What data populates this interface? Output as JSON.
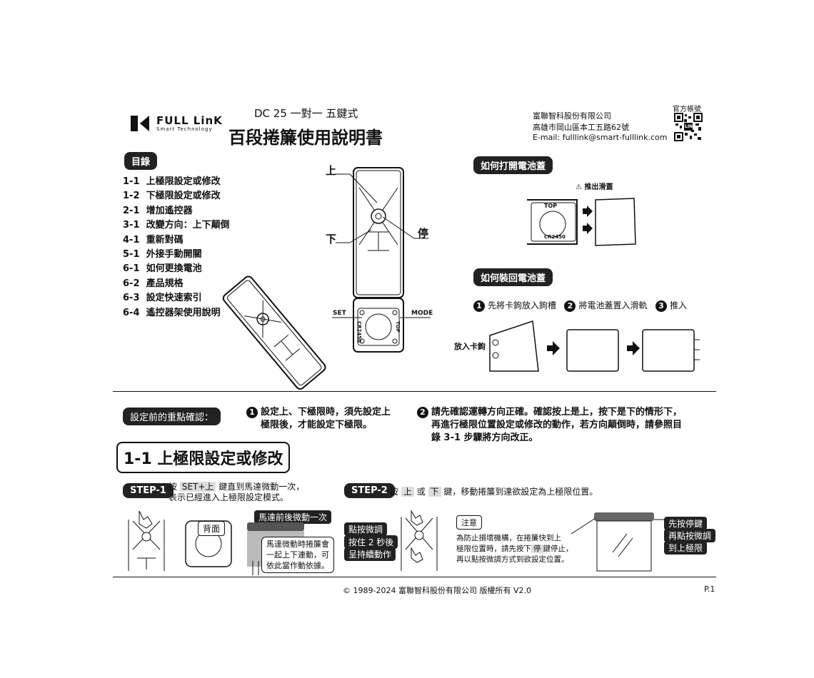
{
  "header": {
    "logo_text": "FULL LinK",
    "logo_sub": "Smart Technology",
    "model": "DC 25 一對一 五鍵式",
    "title": "百段捲簾使用說明書",
    "company": "富聯智科股份有限公司",
    "address": "高雄市岡山區本工五路62號",
    "email": "E-mail: fulllink@smart-fulllink.com",
    "official": "官方帳號",
    "line": "LINE"
  },
  "toc": {
    "title": "目錄",
    "items": [
      {
        "num": "1-1",
        "label": "上極限設定或修改"
      },
      {
        "num": "1-2",
        "label": "下極限設定或修改"
      },
      {
        "num": "2-1",
        "label": "增加遙控器"
      },
      {
        "num": "3-1",
        "label": "改變方向：上下顛倒"
      },
      {
        "num": "4-1",
        "label": "重新對碼"
      },
      {
        "num": "5-1",
        "label": "外接手動開關"
      },
      {
        "num": "6-1",
        "label": "如何更換電池"
      },
      {
        "num": "6-2",
        "label": "產品規格"
      },
      {
        "num": "6-3",
        "label": "設定快速索引"
      },
      {
        "num": "6-4",
        "label": "遙控器架使用說明"
      }
    ]
  },
  "remote": {
    "up": "上",
    "down": "下",
    "stop": "停",
    "set": "SET",
    "mode": "MODE",
    "battery": "CR2450",
    "top": "TOP"
  },
  "battery_open": {
    "title": "如何打開電池蓋",
    "warning": "推出滑蓋",
    "top_label": "TOP",
    "battery": "CR2450"
  },
  "battery_close": {
    "title": "如何裝回電池蓋",
    "step1": "先將卡鉤放入鉤槽",
    "step2": "將電池蓋置入滑軌",
    "step3": "推入",
    "hook_label": "放入卡鉤",
    "n1": "1",
    "n2": "2",
    "n3": "3"
  },
  "confirm": {
    "label": "設定前的重點確認：",
    "n1": "1",
    "point1_line1": "設定上、下極限時，須先設定上",
    "point1_line2": "極限後，才能設定下極限。",
    "n2": "2",
    "point2_line1": "請先確認運轉方向正確。確認按上是上，按下是下的情形下，",
    "point2_line2": "再進行極限位置設定或修改的動作，若方向顛倒時，請參照目",
    "point2_line3": "錄 3-1 步驟將方向改正。"
  },
  "section": {
    "title": "1-1  上極限設定或修改"
  },
  "step1": {
    "badge": "STEP-1",
    "pre": "按",
    "key": "SET+上",
    "post": "鍵直到馬達微動一次，",
    "line2": "表示已經進入上極限設定模式。",
    "back_label": "背面",
    "motion_label": "馬達前後微動一次",
    "note_line1": "馬達微動時捲簾會",
    "note_line2": "一起上下連動，可",
    "note_line3": "依此當作動依據。"
  },
  "step2": {
    "badge": "STEP-2",
    "pre": "按",
    "key_up": "上",
    "mid": "或",
    "key_down": "下",
    "post": "鍵，移動捲簾到達欲設定為上極限位置。",
    "tag1": "點按微調",
    "tag2": "按住 2 秒後",
    "tag3": "呈持續動作",
    "notice_title": "注意",
    "notice_line1": "為防止損壞機構，在捲簾快到上",
    "notice_line2_pre": "極限位置時，請先按下",
    "notice_stop": "停",
    "notice_line2_post": "鍵停止，",
    "notice_line3": "再以點按微調方式到欲設定位置。",
    "right_tag1": "先按停鍵",
    "right_tag2": "再點按微調",
    "right_tag3": "到上極限"
  },
  "footer": {
    "copyright": "© 1989-2024 富聯智科股份有限公司 版權所有  V2.0",
    "page": "P.1"
  }
}
